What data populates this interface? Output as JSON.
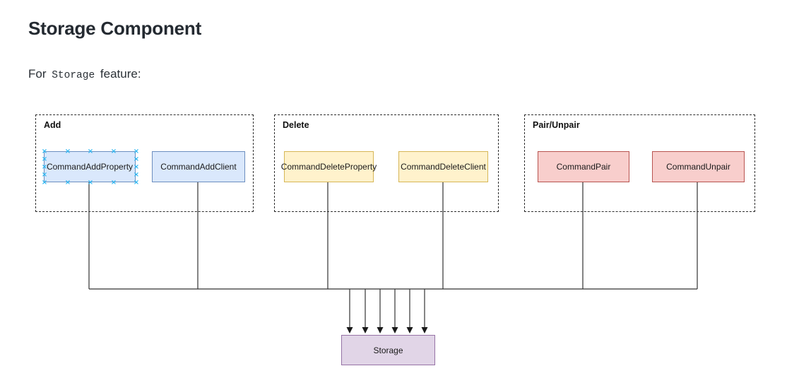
{
  "page": {
    "title": "Storage Component",
    "intro": {
      "prefix": "For",
      "code": "Storage",
      "suffix": "feature:"
    }
  },
  "diagram": {
    "groups": [
      {
        "label": "Add",
        "fill": "#dae8fc",
        "stroke": "#6c8ebf",
        "nodes": [
          {
            "label": "CommandAddProperty",
            "selected": true
          },
          {
            "label": "CommandAddClient",
            "selected": false
          }
        ]
      },
      {
        "label": "Delete",
        "fill": "#fff2cc",
        "stroke": "#d6b656",
        "nodes": [
          {
            "label": "CommandDeleteProperty",
            "selected": false
          },
          {
            "label": "CommandDeleteClient",
            "selected": false
          }
        ]
      },
      {
        "label": "Pair/Unpair",
        "fill": "#f8cecc",
        "stroke": "#b85450",
        "nodes": [
          {
            "label": "CommandPair",
            "selected": false
          },
          {
            "label": "CommandUnpair",
            "selected": false
          }
        ]
      }
    ],
    "target": {
      "label": "Storage",
      "fill": "#e1d5e7",
      "stroke": "#9673a6"
    },
    "edges": [
      {
        "from": "CommandAddProperty",
        "to": "Storage"
      },
      {
        "from": "CommandAddClient",
        "to": "Storage"
      },
      {
        "from": "CommandDeleteProperty",
        "to": "Storage"
      },
      {
        "from": "CommandDeleteClient",
        "to": "Storage"
      },
      {
        "from": "CommandPair",
        "to": "Storage"
      },
      {
        "from": "CommandUnpair",
        "to": "Storage"
      }
    ],
    "selection": {
      "node": "CommandAddProperty",
      "marker_glyph": "×",
      "marker_color": "#29b6f2"
    },
    "connector_color": "#333333",
    "group_border_color": "#2e2e2e"
  }
}
